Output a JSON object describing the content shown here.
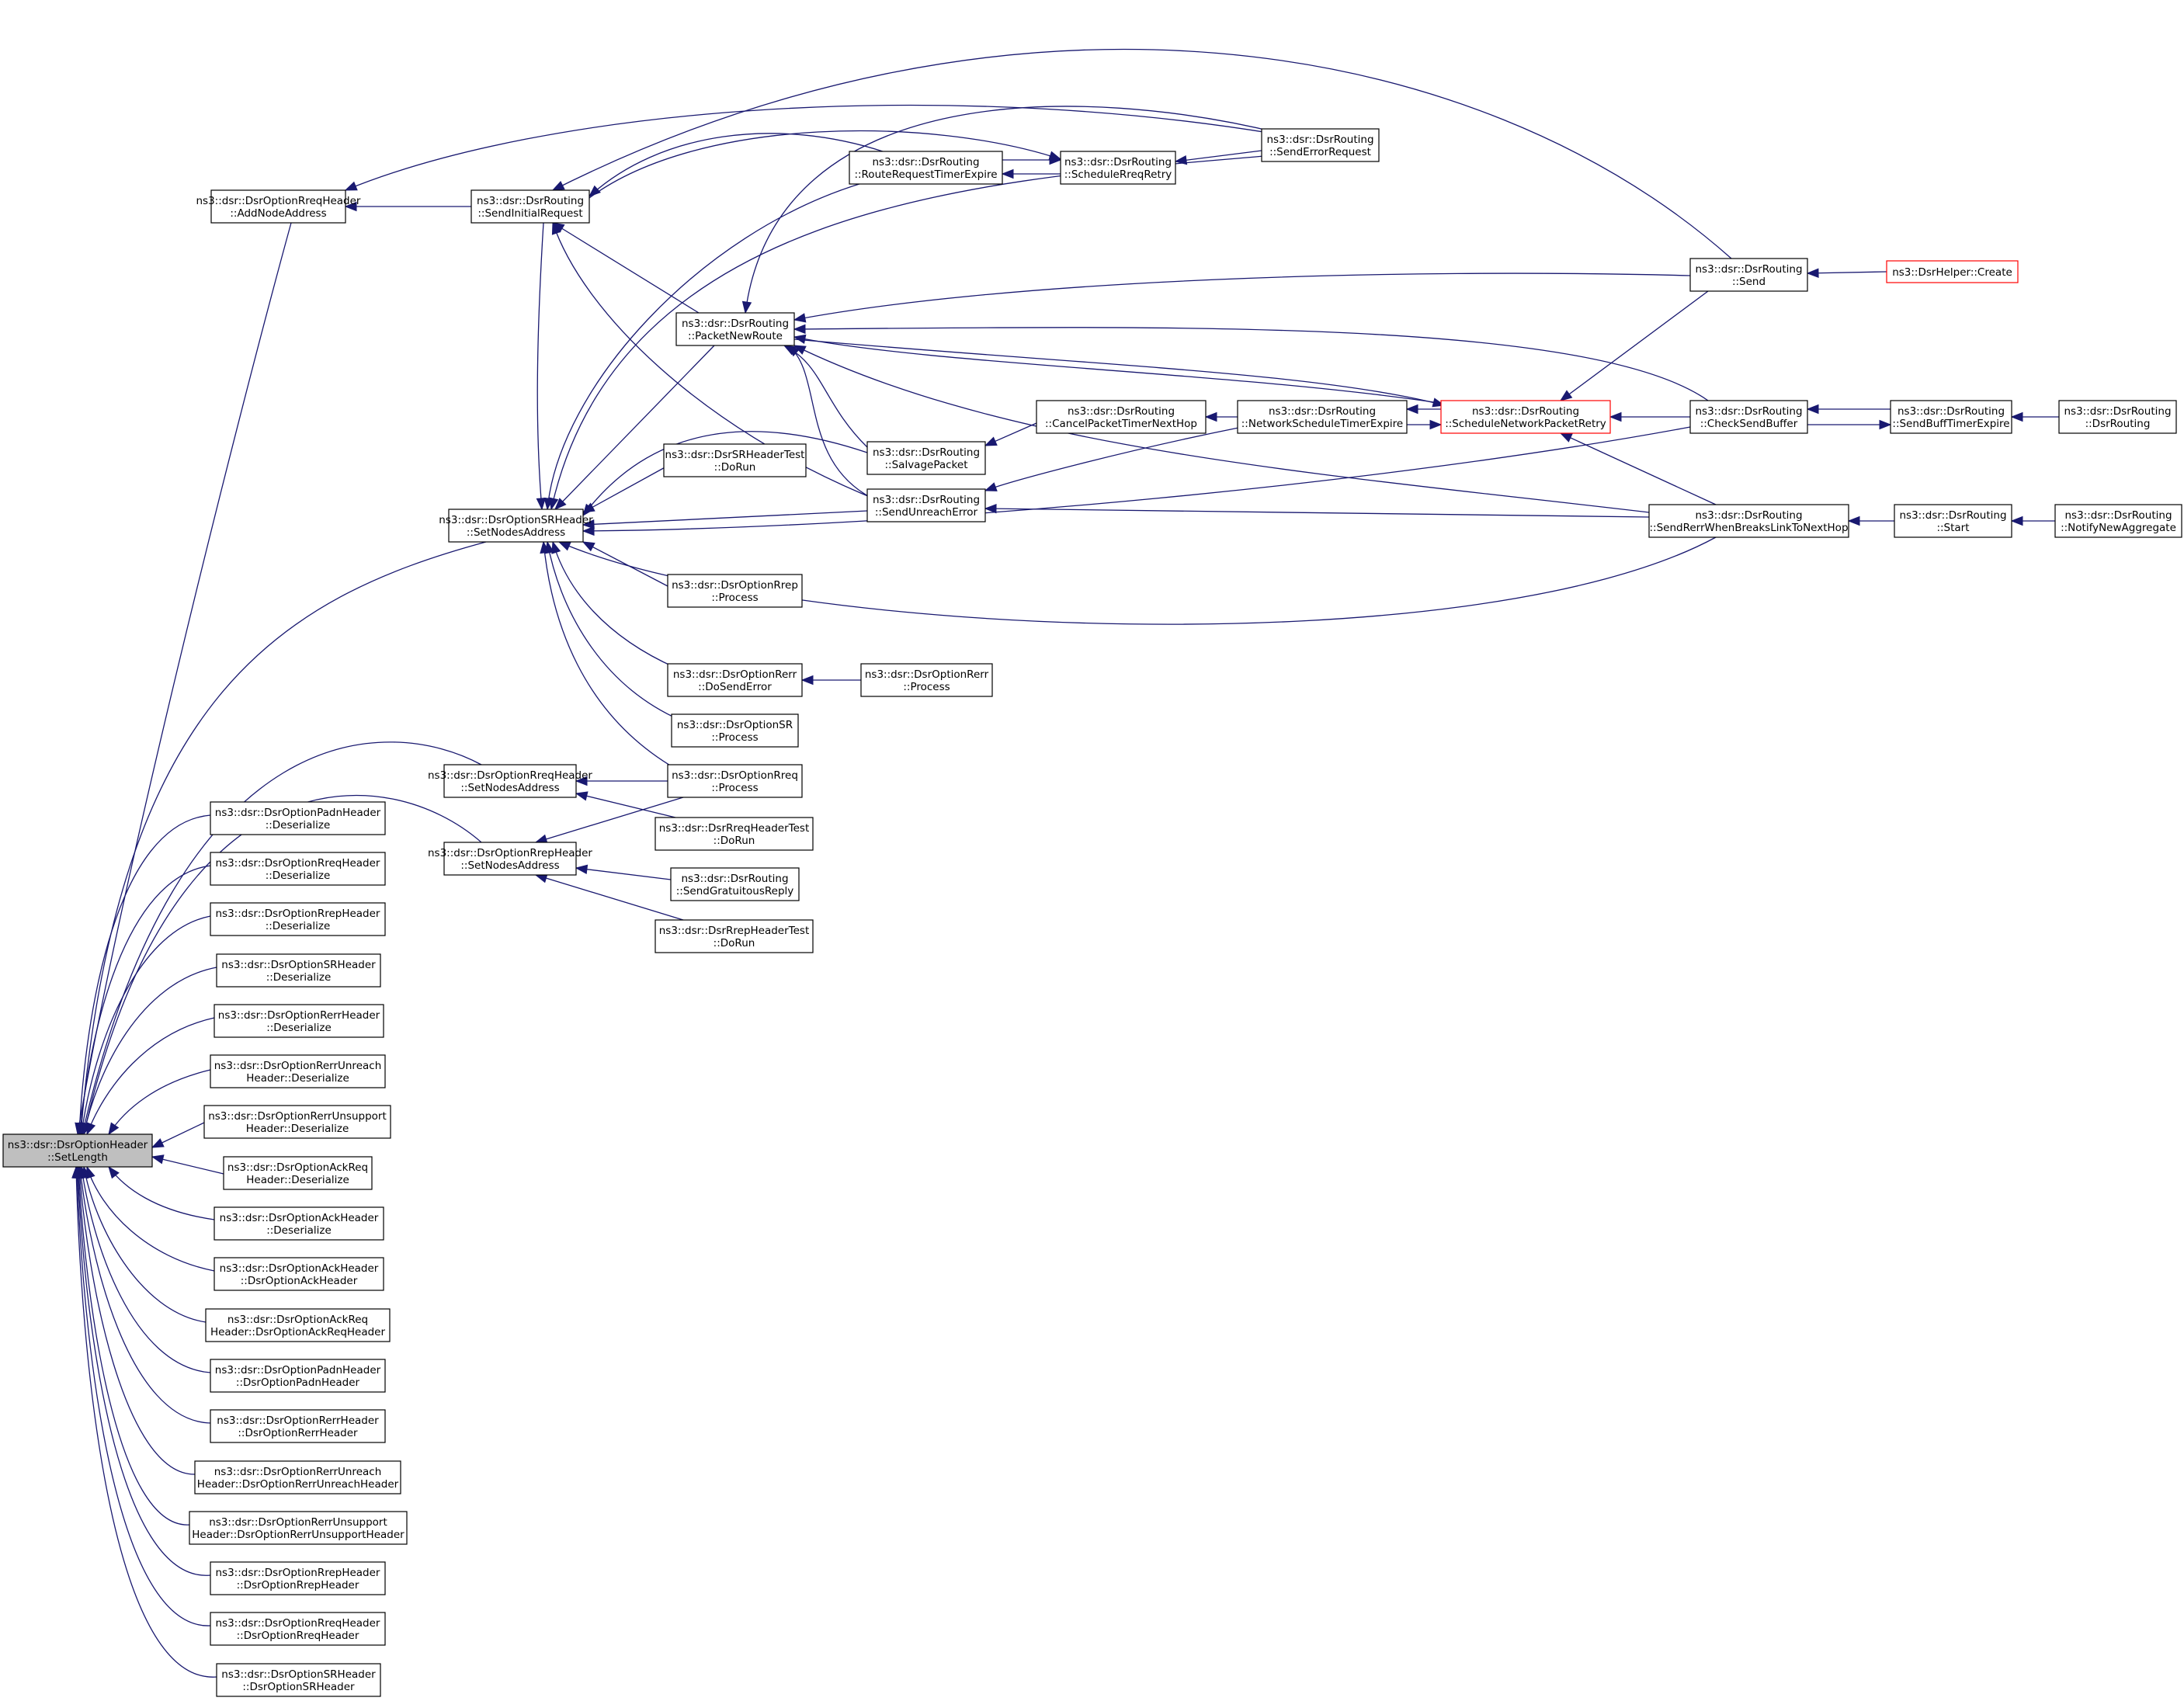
{
  "colors": {
    "edge": "#191970",
    "node_border": "#000000",
    "node_fill": "#ffffff",
    "root_fill": "#bfbfbf",
    "truncated_border": "#ff0000"
  },
  "nodes": {
    "setlength": {
      "lines": [
        "ns3::dsr::DsrOptionHeader",
        "::SetLength"
      ],
      "style": "root"
    },
    "rreq_addnode": {
      "lines": [
        "ns3::dsr::DsrOptionRreqHeader",
        "::AddNodeAddress"
      ]
    },
    "send_initial": {
      "lines": [
        "ns3::dsr::DsrRouting",
        "::SendInitialRequest"
      ]
    },
    "route_req_timer": {
      "lines": [
        "ns3::dsr::DsrRouting",
        "::RouteRequestTimerExpire"
      ]
    },
    "schedule_rreq_retry": {
      "lines": [
        "ns3::dsr::DsrRouting",
        "::ScheduleRreqRetry"
      ]
    },
    "send_error_request": {
      "lines": [
        "ns3::dsr::DsrRouting",
        "::SendErrorRequest"
      ]
    },
    "send": {
      "lines": [
        "ns3::dsr::DsrRouting",
        "::Send"
      ]
    },
    "helper_create": {
      "lines": [
        "ns3::DsrHelper::Create"
      ],
      "style": "truncated"
    },
    "packet_new_route": {
      "lines": [
        "ns3::dsr::DsrRouting",
        "::PacketNewRoute"
      ]
    },
    "cancel_packet_timer": {
      "lines": [
        "ns3::dsr::DsrRouting",
        "::CancelPacketTimerNextHop"
      ]
    },
    "network_schedule_timer": {
      "lines": [
        "ns3::dsr::DsrRouting",
        "::NetworkScheduleTimerExpire"
      ]
    },
    "schedule_network_retry": {
      "lines": [
        "ns3::dsr::DsrRouting",
        "::ScheduleNetworkPacketRetry"
      ],
      "style": "truncated"
    },
    "check_send_buffer": {
      "lines": [
        "ns3::dsr::DsrRouting",
        "::CheckSendBuffer"
      ]
    },
    "send_buff_timer": {
      "lines": [
        "ns3::dsr::DsrRouting",
        "::SendBuffTimerExpire"
      ]
    },
    "dsr_routing_ctor": {
      "lines": [
        "ns3::dsr::DsrRouting",
        "::DsrRouting"
      ]
    },
    "sr_header_test_run": {
      "lines": [
        "ns3::dsr::DsrSRHeaderTest",
        "::DoRun"
      ]
    },
    "salvage_packet": {
      "lines": [
        "ns3::dsr::DsrRouting",
        "::SalvagePacket"
      ]
    },
    "send_unreach_error": {
      "lines": [
        "ns3::dsr::DsrRouting",
        "::SendUnreachError"
      ]
    },
    "sr_setnodes": {
      "lines": [
        "ns3::dsr::DsrOptionSRHeader",
        "::SetNodesAddress"
      ]
    },
    "send_rerr_breaks": {
      "lines": [
        "ns3::dsr::DsrRouting",
        "::SendRerrWhenBreaksLinkToNextHop"
      ]
    },
    "start": {
      "lines": [
        "ns3::dsr::DsrRouting",
        "::Start"
      ]
    },
    "notify_new_aggregate": {
      "lines": [
        "ns3::dsr::DsrRouting",
        "::NotifyNewAggregate"
      ]
    },
    "rrep_process": {
      "lines": [
        "ns3::dsr::DsrOptionRrep",
        "::Process"
      ]
    },
    "rerr_dosend": {
      "lines": [
        "ns3::dsr::DsrOptionRerr",
        "::DoSendError"
      ]
    },
    "rerr_process": {
      "lines": [
        "ns3::dsr::DsrOptionRerr",
        "::Process"
      ]
    },
    "sr_process": {
      "lines": [
        "ns3::dsr::DsrOptionSR",
        "::Process"
      ]
    },
    "rreq_setnodes": {
      "lines": [
        "ns3::dsr::DsrOptionRreqHeader",
        "::SetNodesAddress"
      ]
    },
    "rreq_process": {
      "lines": [
        "ns3::dsr::DsrOptionRreq",
        "::Process"
      ]
    },
    "rreq_header_test_run": {
      "lines": [
        "ns3::dsr::DsrRreqHeaderTest",
        "::DoRun"
      ]
    },
    "rrep_setnodes": {
      "lines": [
        "ns3::dsr::DsrOptionRrepHeader",
        "::SetNodesAddress"
      ]
    },
    "send_gratuitous": {
      "lines": [
        "ns3::dsr::DsrRouting",
        "::SendGratuitousReply"
      ]
    },
    "rrep_header_test_run": {
      "lines": [
        "ns3::dsr::DsrRrepHeaderTest",
        "::DoRun"
      ]
    },
    "padn_deser": {
      "lines": [
        "ns3::dsr::DsrOptionPadnHeader",
        "::Deserialize"
      ]
    },
    "rreqh_deser": {
      "lines": [
        "ns3::dsr::DsrOptionRreqHeader",
        "::Deserialize"
      ]
    },
    "rreph_deser": {
      "lines": [
        "ns3::dsr::DsrOptionRrepHeader",
        "::Deserialize"
      ]
    },
    "srh_deser": {
      "lines": [
        "ns3::dsr::DsrOptionSRHeader",
        "::Deserialize"
      ]
    },
    "rerrh_deser": {
      "lines": [
        "ns3::dsr::DsrOptionRerrHeader",
        "::Deserialize"
      ]
    },
    "rerr_unreach_deser": {
      "lines": [
        "ns3::dsr::DsrOptionRerrUnreach",
        "Header::Deserialize"
      ]
    },
    "rerr_unsupport_deser": {
      "lines": [
        "ns3::dsr::DsrOptionRerrUnsupport",
        "Header::Deserialize"
      ]
    },
    "ackreq_deser": {
      "lines": [
        "ns3::dsr::DsrOptionAckReq",
        "Header::Deserialize"
      ]
    },
    "ack_deser": {
      "lines": [
        "ns3::dsr::DsrOptionAckHeader",
        "::Deserialize"
      ]
    },
    "ack_ctor": {
      "lines": [
        "ns3::dsr::DsrOptionAckHeader",
        "::DsrOptionAckHeader"
      ]
    },
    "ackreq_ctor": {
      "lines": [
        "ns3::dsr::DsrOptionAckReq",
        "Header::DsrOptionAckReqHeader"
      ]
    },
    "padn_ctor": {
      "lines": [
        "ns3::dsr::DsrOptionPadnHeader",
        "::DsrOptionPadnHeader"
      ]
    },
    "rerr_ctor": {
      "lines": [
        "ns3::dsr::DsrOptionRerrHeader",
        "::DsrOptionRerrHeader"
      ]
    },
    "rerr_unreach_ctor": {
      "lines": [
        "ns3::dsr::DsrOptionRerrUnreach",
        "Header::DsrOptionRerrUnreachHeader"
      ]
    },
    "rerr_unsupport_ctor": {
      "lines": [
        "ns3::dsr::DsrOptionRerrUnsupport",
        "Header::DsrOptionRerrUnsupportHeader"
      ]
    },
    "rrep_ctor": {
      "lines": [
        "ns3::dsr::DsrOptionRrepHeader",
        "::DsrOptionRrepHeader"
      ]
    },
    "rreq_ctor": {
      "lines": [
        "ns3::dsr::DsrOptionRreqHeader",
        "::DsrOptionRreqHeader"
      ]
    },
    "sr_ctor": {
      "lines": [
        "ns3::dsr::DsrOptionSRHeader",
        "::DsrOptionSRHeader"
      ]
    }
  },
  "edges": [
    [
      "rreq_addnode",
      "setlength"
    ],
    [
      "sr_setnodes",
      "setlength"
    ],
    [
      "rreq_setnodes",
      "setlength"
    ],
    [
      "rrep_setnodes",
      "setlength"
    ],
    [
      "padn_deser",
      "setlength"
    ],
    [
      "rreqh_deser",
      "setlength"
    ],
    [
      "rreph_deser",
      "setlength"
    ],
    [
      "srh_deser",
      "setlength"
    ],
    [
      "rerrh_deser",
      "setlength"
    ],
    [
      "rerr_unreach_deser",
      "setlength"
    ],
    [
      "rerr_unsupport_deser",
      "setlength"
    ],
    [
      "ackreq_deser",
      "setlength"
    ],
    [
      "ack_deser",
      "setlength"
    ],
    [
      "ack_ctor",
      "setlength"
    ],
    [
      "ackreq_ctor",
      "setlength"
    ],
    [
      "padn_ctor",
      "setlength"
    ],
    [
      "rerr_ctor",
      "setlength"
    ],
    [
      "rerr_unreach_ctor",
      "setlength"
    ],
    [
      "rerr_unsupport_ctor",
      "setlength"
    ],
    [
      "rrep_ctor",
      "setlength"
    ],
    [
      "rreq_ctor",
      "setlength"
    ],
    [
      "sr_ctor",
      "setlength"
    ],
    [
      "send_initial",
      "rreq_addnode"
    ],
    [
      "send_error_request",
      "rreq_addnode"
    ],
    [
      "packet_new_route",
      "send_initial"
    ],
    [
      "send",
      "send_initial"
    ],
    [
      "route_req_timer",
      "send_initial"
    ],
    [
      "send_unreach_error",
      "send_initial"
    ],
    [
      "schedule_rreq_retry",
      "route_req_timer"
    ],
    [
      "route_req_timer",
      "schedule_rreq_retry"
    ],
    [
      "send_initial",
      "schedule_rreq_retry"
    ],
    [
      "send_error_request",
      "schedule_rreq_retry"
    ],
    [
      "helper_create",
      "send"
    ],
    [
      "send",
      "packet_new_route"
    ],
    [
      "check_send_buffer",
      "packet_new_route"
    ],
    [
      "schedule_network_retry",
      "packet_new_route"
    ],
    [
      "salvage_packet",
      "packet_new_route"
    ],
    [
      "send_unreach_error",
      "packet_new_route"
    ],
    [
      "send_rerr_breaks",
      "packet_new_route"
    ],
    [
      "send_error_request",
      "packet_new_route"
    ],
    [
      "cancel_packet_timer",
      "salvage_packet"
    ],
    [
      "network_schedule_timer",
      "cancel_packet_timer"
    ],
    [
      "schedule_network_retry",
      "network_schedule_timer"
    ],
    [
      "network_schedule_timer",
      "schedule_network_retry"
    ],
    [
      "packet_new_route",
      "schedule_network_retry"
    ],
    [
      "check_send_buffer",
      "schedule_network_retry"
    ],
    [
      "send",
      "schedule_network_retry"
    ],
    [
      "send_rerr_breaks",
      "schedule_network_retry"
    ],
    [
      "send_buff_timer",
      "check_send_buffer"
    ],
    [
      "check_send_buffer",
      "send_buff_timer"
    ],
    [
      "dsr_routing_ctor",
      "send_buff_timer"
    ],
    [
      "network_schedule_timer",
      "send_unreach_error"
    ],
    [
      "send_rerr_breaks",
      "send_unreach_error"
    ],
    [
      "start",
      "send_rerr_breaks"
    ],
    [
      "notify_new_aggregate",
      "start"
    ],
    [
      "send_initial",
      "sr_setnodes"
    ],
    [
      "route_req_timer",
      "sr_setnodes"
    ],
    [
      "packet_new_route",
      "sr_setnodes"
    ],
    [
      "send_error_request",
      "sr_setnodes"
    ],
    [
      "sr_header_test_run",
      "sr_setnodes"
    ],
    [
      "salvage_packet",
      "sr_setnodes"
    ],
    [
      "send_unreach_error",
      "sr_setnodes"
    ],
    [
      "check_send_buffer",
      "sr_setnodes"
    ],
    [
      "send_rerr_breaks",
      "sr_setnodes"
    ],
    [
      "rrep_process",
      "sr_setnodes"
    ],
    [
      "rerr_dosend",
      "sr_setnodes"
    ],
    [
      "sr_process",
      "sr_setnodes"
    ],
    [
      "rreq_process",
      "sr_setnodes"
    ],
    [
      "rerr_process",
      "rerr_dosend"
    ],
    [
      "rreq_process",
      "rreq_setnodes"
    ],
    [
      "rreq_header_test_run",
      "rreq_setnodes"
    ],
    [
      "rreq_process",
      "rrep_setnodes"
    ],
    [
      "send_gratuitous",
      "rrep_setnodes"
    ],
    [
      "rrep_header_test_run",
      "rrep_setnodes"
    ]
  ]
}
